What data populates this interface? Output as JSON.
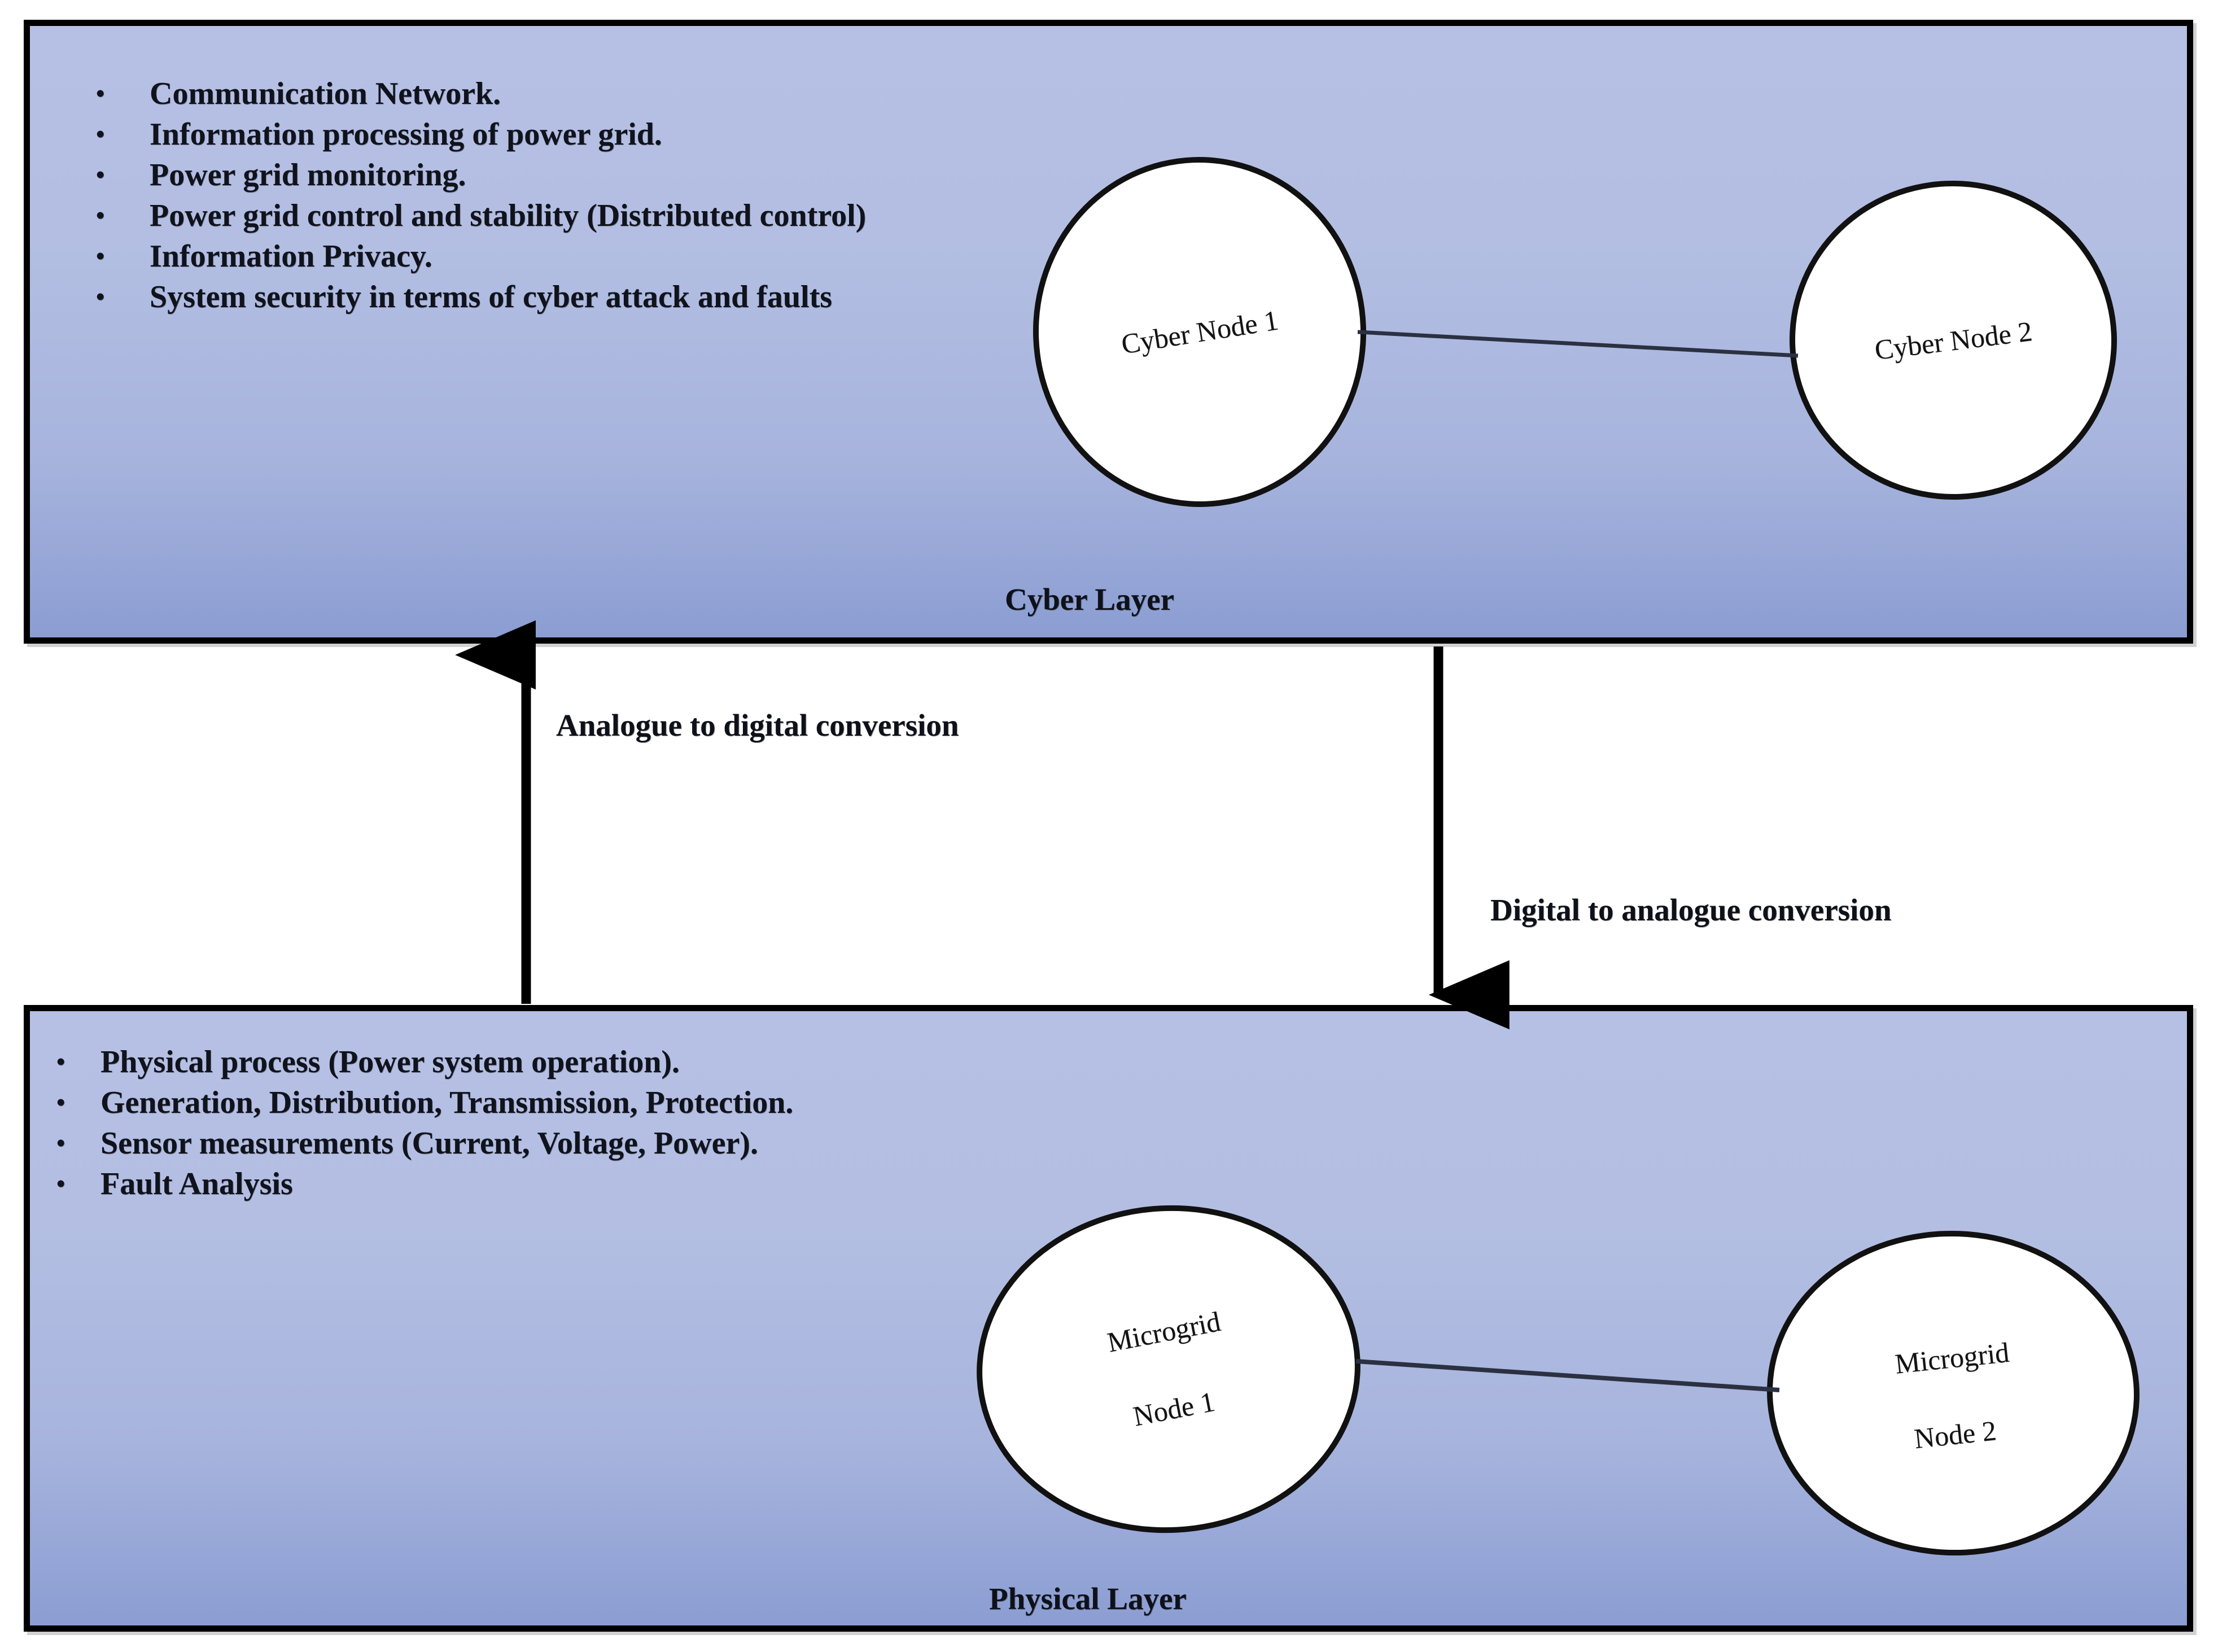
{
  "figure": {
    "type": "cyber-physical-system-layer-diagram",
    "background_color": "#ffffff",
    "layer_fill_top": "#b6c0e4",
    "layer_fill_bottom": "#8b9dd2",
    "border_color": "#000000",
    "node_fill": "#ffffff",
    "text_color": "#10131c"
  },
  "cyber_layer": {
    "caption": "Cyber Layer",
    "bullet_glyph": "•",
    "bullets": [
      "Communication Network.",
      "Information processing of power grid.",
      "Power grid monitoring.",
      "Power grid control and stability (Distributed control)",
      "Information Privacy.",
      "System security in terms of cyber attack and faults"
    ],
    "nodes": [
      {
        "id": "cyber-node-1",
        "label": "Cyber Node 1"
      },
      {
        "id": "cyber-node-2",
        "label": "Cyber Node 2"
      }
    ],
    "link": {
      "from": "cyber-node-1",
      "to": "cyber-node-2",
      "style": "solid-thin"
    }
  },
  "physical_layer": {
    "caption": "Physical Layer",
    "bullet_glyph": "•",
    "bullets": [
      "Physical process (Power system operation).",
      "Generation, Distribution, Transmission, Protection.",
      "Sensor measurements (Current, Voltage, Power).",
      "Fault Analysis"
    ],
    "nodes": [
      {
        "id": "microgrid-node-1",
        "label_line1": "Microgrid",
        "label_line2": "Node 1"
      },
      {
        "id": "microgrid-node-2",
        "label_line1": "Microgrid",
        "label_line2": "Node 2"
      }
    ],
    "link": {
      "from": "microgrid-node-1",
      "to": "microgrid-node-2",
      "style": "solid-thin"
    }
  },
  "connectors": [
    {
      "id": "analogue-to-digital-arrow",
      "label": "Analogue to digital conversion",
      "direction": "up",
      "from_layer": "physical_layer",
      "to_layer": "cyber_layer"
    },
    {
      "id": "digital-to-analogue-arrow",
      "label": "Digital to analogue conversion",
      "direction": "down",
      "from_layer": "cyber_layer",
      "to_layer": "physical_layer"
    }
  ]
}
